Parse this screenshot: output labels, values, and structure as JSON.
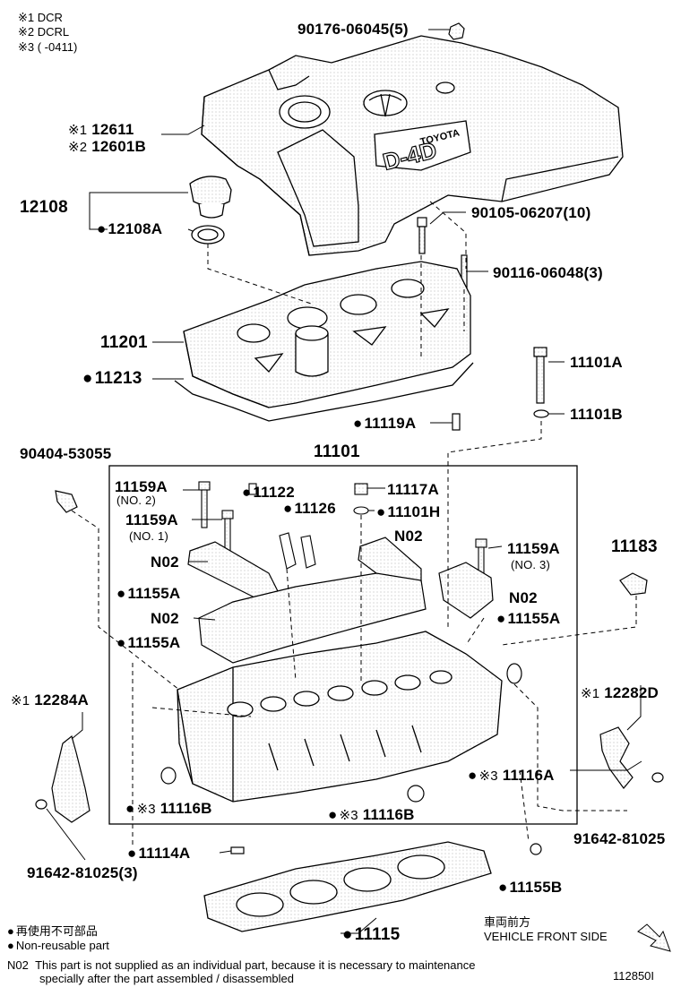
{
  "legend": {
    "item1": "※1  DCR",
    "item2": "※2  DCRL",
    "item3": "※3  (      -0411)"
  },
  "parts": {
    "p90176": "90176-06045(5)",
    "p12611": "12611",
    "p12601B": "12601B",
    "p12108": "12108",
    "p12108A": "12108A",
    "p90105": "90105-06207(10)",
    "p90116": "90116-06048(3)",
    "p11201": "11201",
    "p11213": "11213",
    "p11119A": "11119A",
    "p11101A": "11101A",
    "p11101B": "11101B",
    "p90404": "90404-53055",
    "p11101": "11101",
    "p11159A_no2": "11159A",
    "no2_text": "(NO. 2)",
    "p11122": "11122",
    "p11117A": "11117A",
    "p11159A_no1": "11159A",
    "no1_text": "(NO. 1)",
    "p11126": "11126",
    "p11101H": "11101H",
    "n02_a": "N02",
    "n02_b": "N02",
    "n02_c": "N02",
    "n02_d": "N02",
    "p11159A_no3": "11159A",
    "no3_text": "(NO. 3)",
    "p11183": "11183",
    "p11155A_a": "11155A",
    "p11155A_b": "11155A",
    "p11155A_c": "11155A",
    "p12284A": "12284A",
    "p12282D": "12282D",
    "p11116A": "11116A",
    "p11116B_a": "11116B",
    "p11116B_b": "11116B",
    "p91642_3": "91642-81025(3)",
    "p91642": "91642-81025",
    "p11114A": "11114A",
    "p11155B": "11155B",
    "p11115": "11115"
  },
  "marks": {
    "m1": "※1",
    "m2": "※2",
    "m3": "※3"
  },
  "logo": {
    "brand": "TOYOTA",
    "engine": "D-4D"
  },
  "footer": {
    "dot_jp": "再使用不可部品",
    "dot_en": "Non-reusable part",
    "n02_label": "N02",
    "n02_line1": "This part is not supplied as an individual part, because it is necessary to maintenance",
    "n02_line2": "specially after the part assembled / disassembled",
    "front_jp": "車両前方",
    "front_en": "VEHICLE FRONT SIDE",
    "diagram_id": "112850I"
  }
}
